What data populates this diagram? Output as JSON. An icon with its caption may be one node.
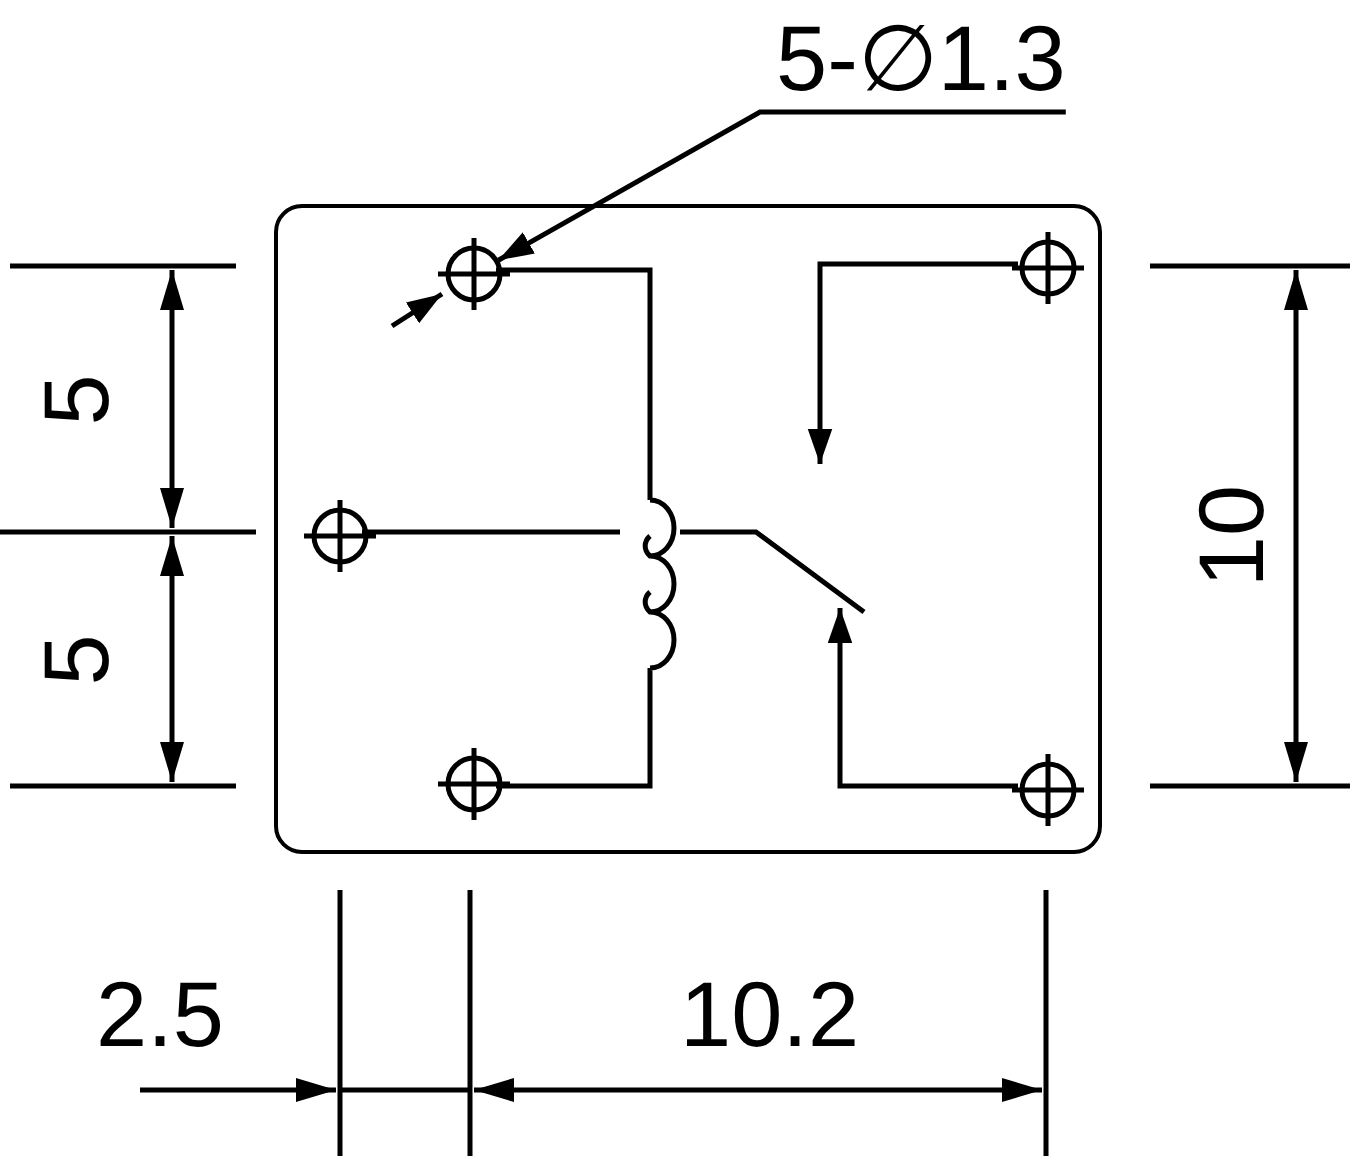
{
  "diagram": {
    "nodes": [
      {
        "text": [
          "5-∅1.3"
        ]
      },
      {
        "text": [],
        "shape": "box"
      },
      {
        "text": [],
        "shape": "circle",
        "in": 1
      },
      {
        "text": [],
        "shape": "circle",
        "in": 1
      },
      {
        "text": [],
        "shape": "circle",
        "in": 1
      },
      {
        "text": [],
        "shape": "circle",
        "in": 1
      },
      {
        "text": [],
        "shape": "circle",
        "in": 1
      }
    ],
    "edges": [
      {
        "from": 0,
        "to": 2,
        "arrow": "to"
      }
    ],
    "labels": [
      "5",
      "5",
      "10",
      "2.5",
      "10.2"
    ]
  }
}
